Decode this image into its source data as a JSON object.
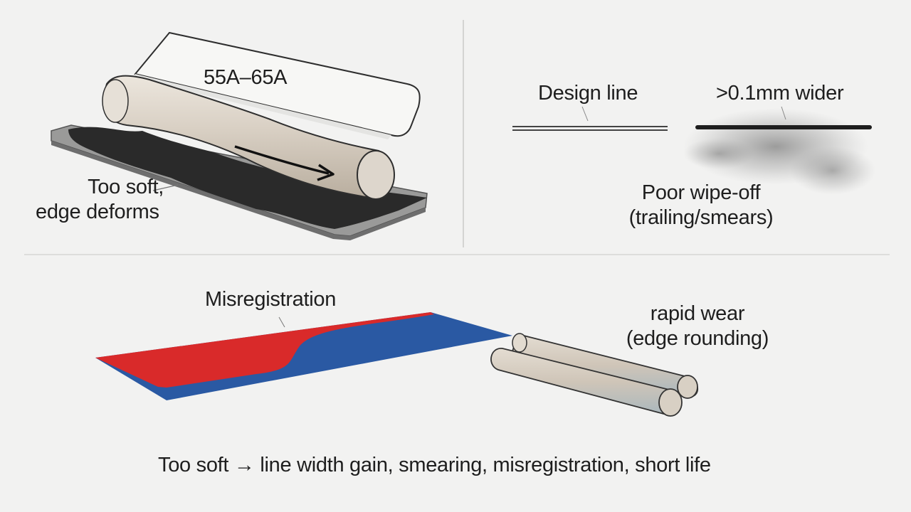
{
  "panels": {
    "soft_squeegee": {
      "hardness_label": "55A–65A",
      "deform_label_line1": "Too soft,",
      "deform_label_line2": "edge deforms"
    },
    "wipe_off": {
      "design_line_label": "Design line",
      "wider_label": ">0.1mm wider",
      "result_line1": "Poor wipe-off",
      "result_line2": "(trailing/smears)"
    },
    "misregistration": {
      "label": "Misregistration",
      "wear_line1": "rapid wear",
      "wear_line2": "(edge rounding)"
    }
  },
  "summary": "Too soft → line width gain, smearing, misregistration, short life",
  "colors": {
    "ink": "#2a2a2a",
    "squeegee": "#d4cbc0",
    "red_layer": "#d92a2a",
    "blue_layer": "#2a59a3",
    "plate": "#8a8a8a"
  }
}
